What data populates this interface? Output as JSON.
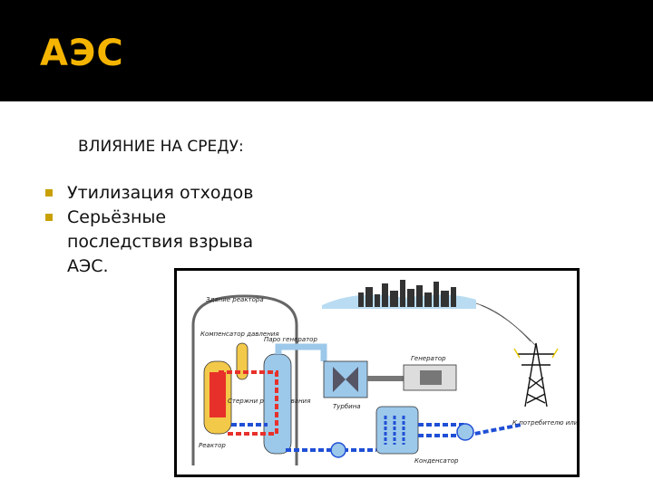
{
  "slide": {
    "title": "АЭС",
    "subtitle": "ВЛИЯНИЕ НА СРЕДУ:",
    "bullets": [
      "Утилизация отходов",
      "Серьёзные последствия взрыва АЭС."
    ]
  },
  "diagram": {
    "labels": {
      "building": "Здание реактора",
      "compensator": "Компенсатор давления",
      "steam_gen": "Паро генератор",
      "rods": "Стержни регулирования",
      "reactor": "Реактор",
      "generator": "Генератор",
      "turbine": "Турбина",
      "condenser": "Конденсатор",
      "grid": "К потребителю или сети"
    }
  },
  "colors": {
    "header_bg": "#000000",
    "title": "#f5b400",
    "bullet": "#c8a000",
    "water_hot": "#e8302a",
    "water_cold": "#1f4fd6",
    "pipe_light": "#9cc8ea"
  }
}
